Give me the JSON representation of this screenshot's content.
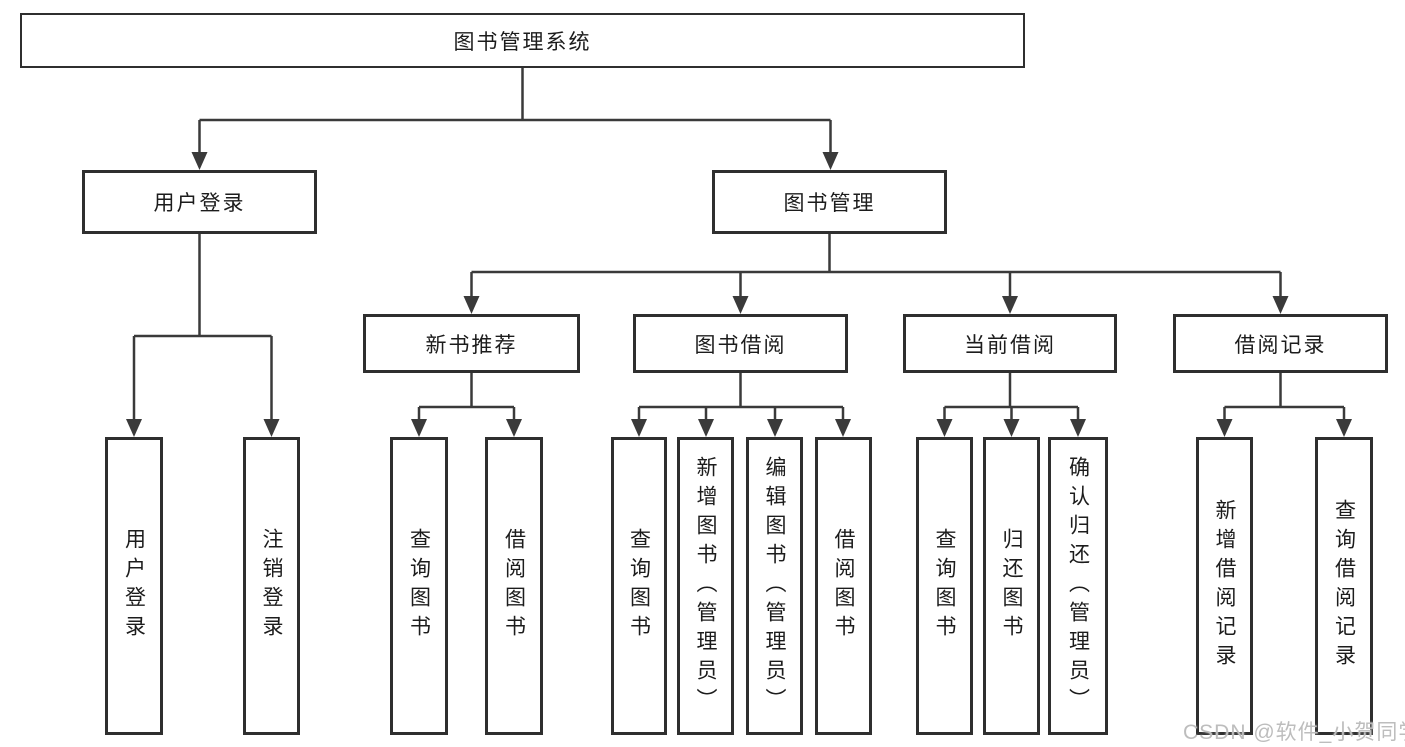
{
  "diagram": {
    "nodes": {
      "root": "图书管理系统",
      "l2": [
        "用户登录",
        "图书管理"
      ],
      "l3": [
        "新书推荐",
        "图书借阅",
        "当前借阅",
        "借阅记录"
      ],
      "l4_user_login": [
        "用户登录",
        "注销登录"
      ],
      "l4_new_book": [
        "查询图书",
        "借阅图书"
      ],
      "l4_book_borrow": [
        "查询图书",
        "新增图书（管理员）",
        "编辑图书（管理员）",
        "借阅图书"
      ],
      "l4_current_borrow": [
        "查询图书",
        "归还图书",
        "确认归还（管理员）"
      ],
      "l4_borrow_record": [
        "新增借阅记录",
        "查询借阅记录"
      ]
    },
    "colors": {
      "line": "#3a3a3a",
      "border": "#2f2f2f",
      "text": "#1c1c1c",
      "watermark": "#bdbdbd"
    },
    "watermark": "CSDN @软件_小贺同学"
  }
}
